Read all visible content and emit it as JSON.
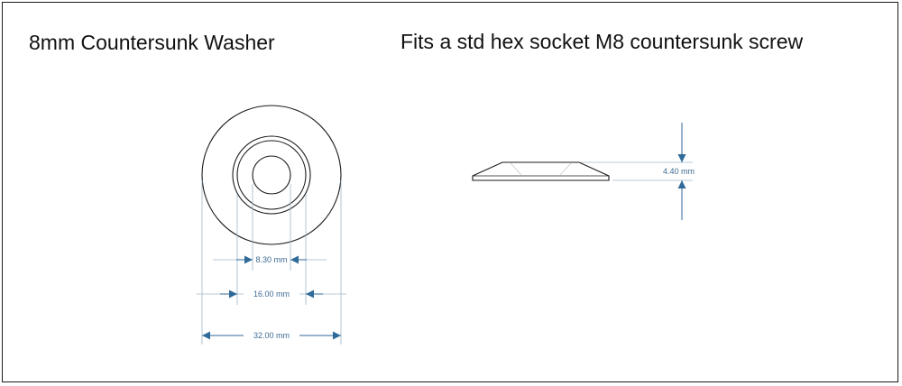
{
  "titles": {
    "left": "8mm Countersunk Washer",
    "right": "Fits a std hex socket M8 countersunk screw"
  },
  "dimensions": {
    "inner_hole": "8.30 mm",
    "countersink": "16.00 mm",
    "outer": "32.00 mm",
    "thickness": "4.40 mm"
  },
  "colors": {
    "outline": "#1a1a1a",
    "dimension": "#2f6a99",
    "extension": "#9fb8cc"
  }
}
